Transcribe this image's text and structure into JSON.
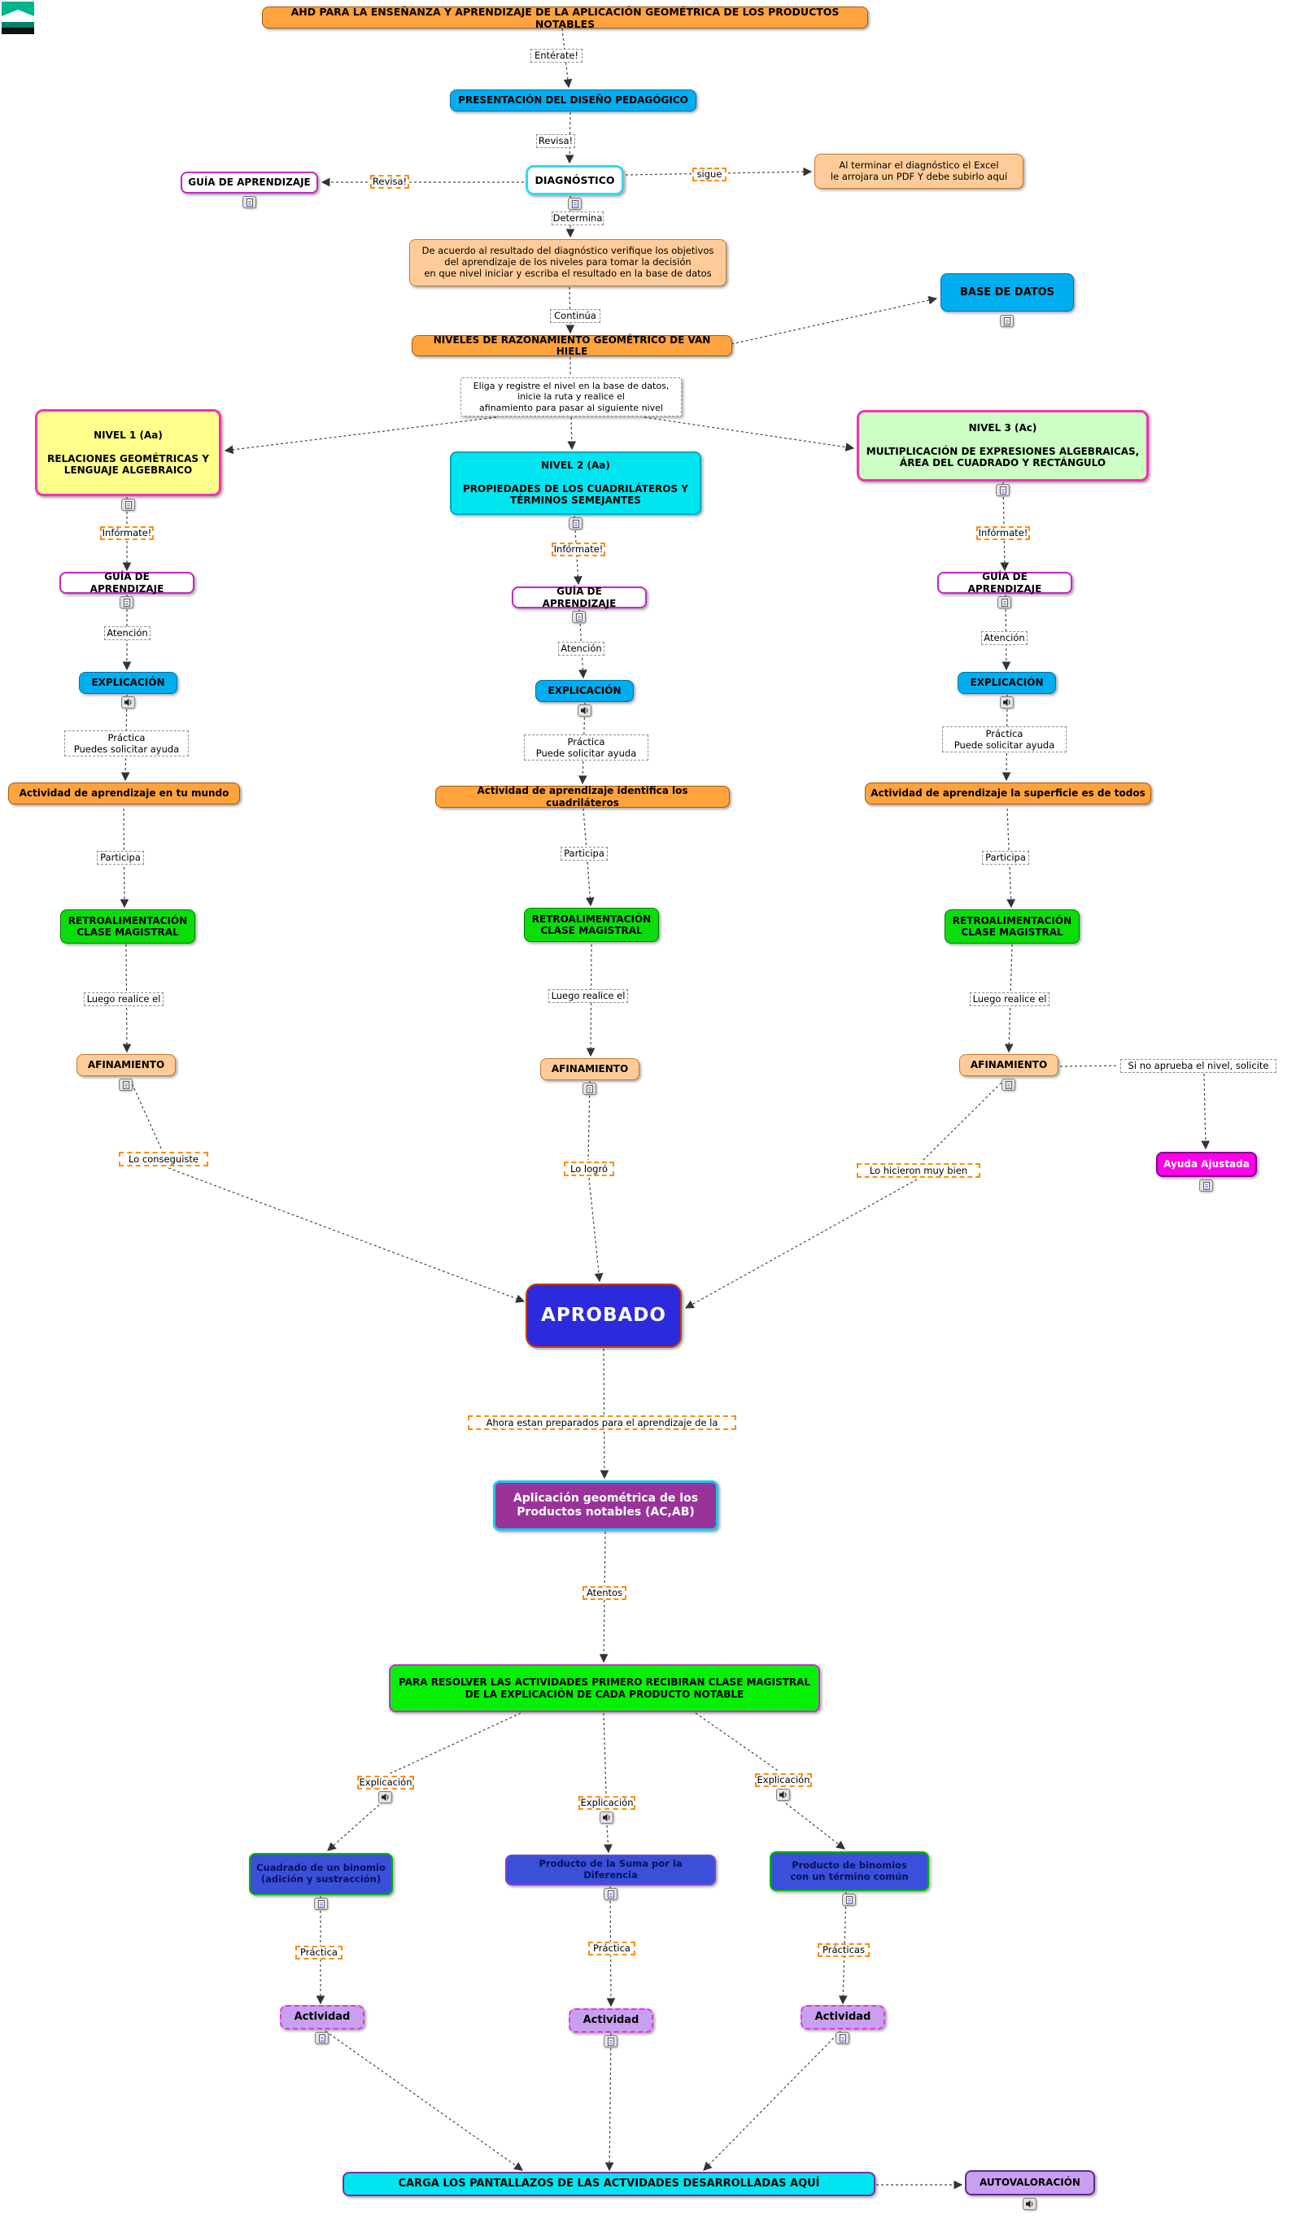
{
  "colors": {
    "orange_node": "#FFA33E",
    "cyan_node": "#00AEEF",
    "bright_cyan_node": "#00E5F0",
    "yellow_node": "#FFFF8C",
    "light_green_node": "#CBFFC4",
    "green_node": "#0ADD0A",
    "bright_green_node": "#06F006",
    "peach_node": "#FFCC99",
    "magenta_node": "#FF00E8",
    "blue_node": "#2B2BDD",
    "purple_node": "#993399",
    "product_blue_node": "#3A50D8",
    "lilac_node": "#C9A0F0",
    "link_label_dash_orange": "#FF8C00"
  },
  "nodes": {
    "ahd": "AHD PARA LA ENSEÑANZA Y APRENDIZAJE DE LA APLICACIÓN GEOMÉTRICA DE LOS PRODUCTOS NOTABLES",
    "presentacion": "PRESENTACIÓN DEL DISEÑO PEDAGÓGICO",
    "diagnostico": "DIAGNÓSTICO",
    "guia_top": "GUÍA DE APRENDIZAJE",
    "excel_note": "Al terminar el diagnóstico el Excel\nle arrojara un PDF Y debe subirlo aquí",
    "de_acuerdo": "De acuerdo al resultado del diagnóstico verifique los  objetivos\ndel aprendizaje de los niveles para tomar la decisión\nen que nivel iniciar y escriba el resultado en la base de datos",
    "niveles": "NIVELES DE RAZONAMIENTO GEOMÉTRICO DE VAN HIELE",
    "base_datos": "BASE DE DATOS",
    "eliga": "Eliga y registre el nivel en la base de datos,\ninicie la ruta y realice el\nafinamiento para pasar al  siguiente nivel",
    "nivel1": "NIVEL 1 (Aa)\n\nRELACIONES GEOMÉTRICAS Y\nLENGUAJE ALGEBRAICO",
    "nivel2": "NIVEL 2 (Aa)\n\nPROPIEDADES DE LOS CUADRILÁTEROS  Y\nTÉRMINOS SEMEJANTES",
    "nivel3": "NIVEL 3 (Ac)\n\nMULTIPLICACIÓN DE EXPRESIONES ALGEBRAICAS,\nÁREA DEL CUADRADO Y RECTÁNGULO",
    "guia": "GUÍA DE APRENDIZAJE",
    "explicacion": "EXPLICACIÓN",
    "actividad1": "Actividad de aprendizaje en tu mundo",
    "actividad2": "Actividad de aprendizaje identifica los cuadriláteros",
    "actividad3": "Actividad de aprendizaje la superficie es de todos",
    "retro": "RETROALIMENTACIÓN\nCLASE MAGISTRAL",
    "afinamiento": "AFINAMIENTO",
    "ayuda": "Ayuda Ajustada",
    "aprobado": "APROBADO",
    "aplicacion": "Aplicación geométrica de los\nProductos notables (AC,AB)",
    "para_resolver": "PARA RESOLVER LAS ACTIVIDADES PRIMERO RECIBIRAN CLASE MAGISTRAL\nDE LA EXPLICACIÓN DE CADA PRODUCTO NOTABLE",
    "prod1": "Cuadrado de un binomio\n(adición y sustracción)",
    "prod2": "Producto de la Suma por la Diferencia",
    "prod3": "Producto de binomios\ncon un término común",
    "actividad_small": "Actividad",
    "carga": "CARGA LOS PANTALLAZOS DE LAS ACTVIDADES DESARROLLADAS AQUÍ",
    "autovaloracion": "AUTOVALORACIÓN"
  },
  "labels": {
    "enterate": "Entérate!",
    "revisa": "Revisa!",
    "sigue": "sigue",
    "determina": "Determina",
    "continua": "Continúa",
    "informate": "Infórmate!",
    "atencion": "Atención",
    "practica_ayuda1": "Práctica\nPuedes solicitar ayuda",
    "practica_ayuda2": "Práctica\nPuede solicitar ayuda",
    "participa": "Participa",
    "luego": "Luego realice el",
    "si_no_aprueba": "Si no aprueba el nivel, solicite",
    "lo_conseguiste": "Lo conseguiste",
    "lo_logro": "Lo logró",
    "lo_hicieron": "Lo hicieron muy bien",
    "ahora": "Ahora estan preparados para el aprendizaje de la",
    "atentos": "Atentos",
    "explicacion": "Explicación",
    "practica": "Práctica",
    "practicas": "Prácticas"
  }
}
